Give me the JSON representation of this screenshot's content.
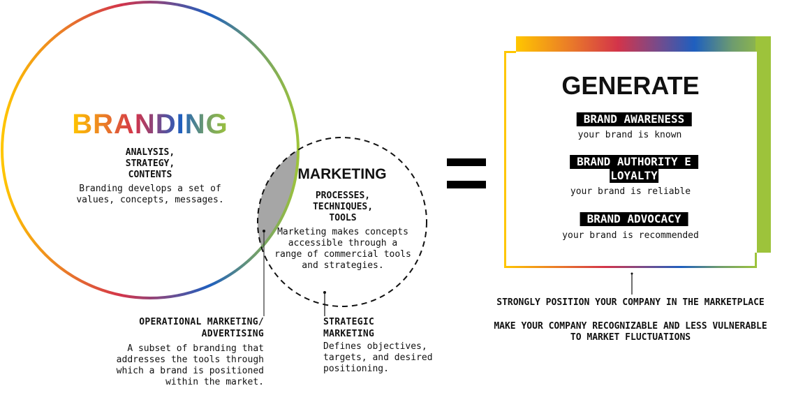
{
  "branding": {
    "title": "BRANDING",
    "subtitle_lines": [
      "ANALYSIS,",
      "STRATEGY,",
      "CONTENTS"
    ],
    "description_lines": [
      "Branding develops a set of",
      "values, concepts, messages."
    ]
  },
  "marketing": {
    "title": "MARKETING",
    "subtitle_lines": [
      "PROCESSES,",
      "TECHNIQUES,",
      "TOOLS"
    ],
    "description_lines": [
      "Marketing makes concepts",
      "accessible through a",
      "range of commercial tools",
      "and strategies."
    ]
  },
  "operational": {
    "title_lines": [
      "OPERATIONAL MARKETING/",
      "ADVERTISING"
    ],
    "description_lines": [
      "A subset of branding that",
      "addresses the tools through",
      "which a brand is positioned",
      "within the market."
    ]
  },
  "strategic": {
    "title_lines": [
      "STRATEGIC",
      "MARKETING"
    ],
    "description_lines": [
      "Defines objectives,",
      "targets, and desired",
      "positioning."
    ]
  },
  "equals_sign": "=",
  "generate": {
    "title": "GENERATE",
    "items": [
      {
        "label_lines": [
          "BRAND AWARENESS"
        ],
        "caption": "your brand is known"
      },
      {
        "label_lines": [
          "BRAND AUTHORITY E",
          "LOYALTY"
        ],
        "caption": "your brand is reliable"
      },
      {
        "label_lines": [
          "BRAND ADVOCACY"
        ],
        "caption": "your brand is recommended"
      }
    ]
  },
  "outcomes": [
    "STRONGLY POSITION YOUR COMPANY IN THE MARKETPLACE",
    "MAKE YOUR COMPANY RECOGNIZABLE AND LESS VULNERABLE",
    "TO MARKET FLUCTUATIONS"
  ],
  "colors": {
    "yellow": "#FFC600",
    "orange": "#E9782A",
    "red": "#D3344A",
    "purple": "#7B4A88",
    "blue": "#1E5FBF",
    "teal": "#6E9C6E",
    "green": "#9DC33B",
    "overlap": "#A6A6A6"
  }
}
